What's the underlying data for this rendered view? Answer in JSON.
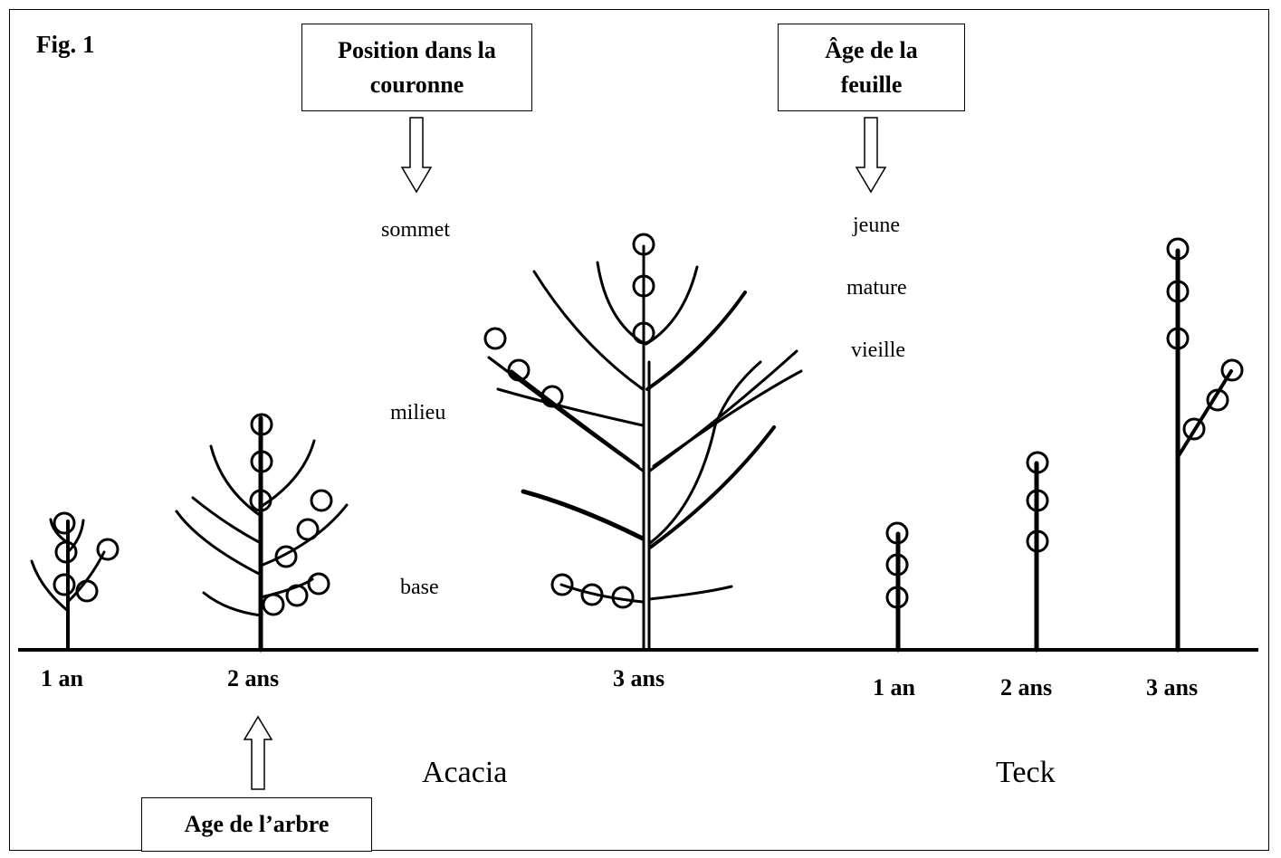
{
  "figure_label": "Fig. 1",
  "boxes": {
    "crown_position": "Position dans la couronne",
    "leaf_age": "Âge de la feuille",
    "tree_age": "Age de l’arbre"
  },
  "crown_positions": {
    "top": "sommet",
    "middle": "milieu",
    "base": "base"
  },
  "leaf_ages": {
    "young": "jeune",
    "mature": "mature",
    "old": "vieille"
  },
  "acacia_ages": [
    "1 an",
    "2 ans",
    "3 ans"
  ],
  "teck_ages": [
    "1 an",
    "2 ans",
    "3 ans"
  ],
  "species": {
    "acacia": "Acacia",
    "teck": "Teck"
  }
}
